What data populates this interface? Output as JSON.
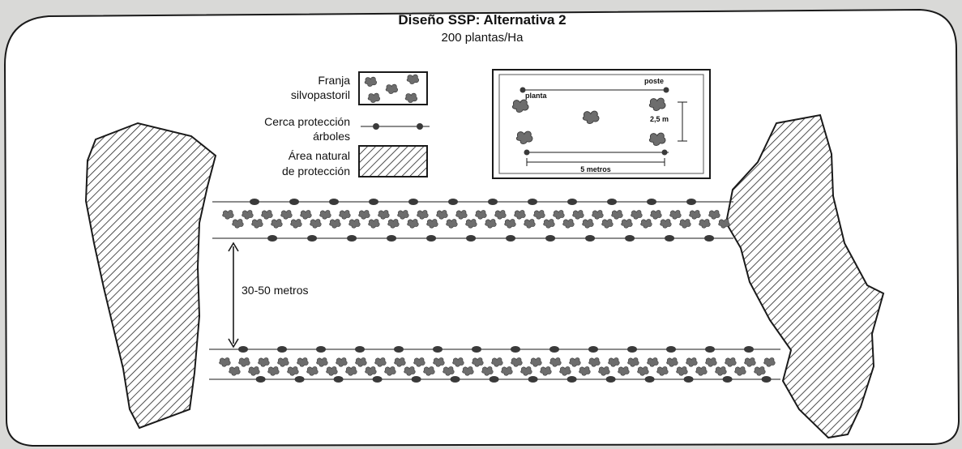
{
  "title": "Diseño SSP: Alternativa 2",
  "subtitle": "200 plantas/Ha",
  "legend": {
    "franja_line1": "Franja",
    "franja_line2": "silvopastoril",
    "cerca_line1": "Cerca protección",
    "cerca_line2": "árboles",
    "area_line1": "Área natural",
    "area_line2": "de protección"
  },
  "inset": {
    "poste_label": "poste",
    "planta_label": "planta",
    "spacing_vertical": "2,5 m",
    "spacing_horizontal": "5 metros"
  },
  "distance_label": "30-50 metros",
  "colors": {
    "background": "#d9d9d7",
    "frame": "#ffffff",
    "ink": "#1a1a1a",
    "post": "#3a3a3a",
    "plant": "#6d6d6d"
  },
  "icons": [
    "plant-icon",
    "fence-post-icon",
    "hatched-area-icon",
    "double-arrow-icon"
  ]
}
